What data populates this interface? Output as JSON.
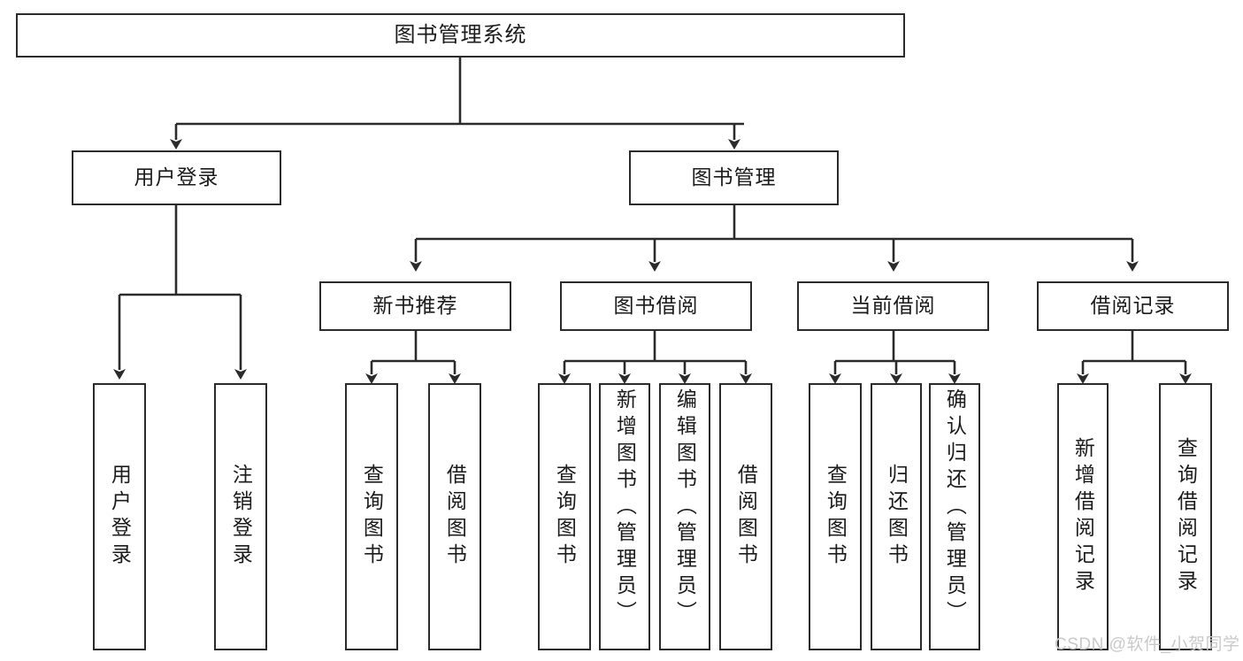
{
  "diagram": {
    "title": "图书管理系统",
    "type": "hierarchy-tree",
    "watermark": "CSDN @软件_小贺同学",
    "colors": {
      "box_border": "#2b2b2b",
      "box_fill": "#ffffff",
      "connector": "#2b2b2b",
      "text": "#1b1b1b",
      "watermark": "#c9c9c9"
    },
    "nodes": {
      "root": {
        "label": "图书管理系统"
      },
      "level2": [
        {
          "label": "用户登录"
        },
        {
          "label": "图书管理"
        }
      ],
      "level3": [
        {
          "label": "新书推荐"
        },
        {
          "label": "图书借阅"
        },
        {
          "label": "当前借阅"
        },
        {
          "label": "借阅记录"
        }
      ],
      "leaves": {
        "user_login": [
          {
            "label": "用户登录"
          },
          {
            "label": "注销登录"
          }
        ],
        "new_book_recommend": [
          {
            "label": "查询图书"
          },
          {
            "label": "借阅图书"
          }
        ],
        "book_borrow": [
          {
            "label": "查询图书"
          },
          {
            "label": "新增图书（管理员）"
          },
          {
            "label": "编辑图书（管理员）"
          },
          {
            "label": "借阅图书"
          }
        ],
        "current_borrow": [
          {
            "label": "查询图书"
          },
          {
            "label": "归还图书"
          },
          {
            "label": "确认归还（管理员）"
          }
        ],
        "borrow_records": [
          {
            "label": "新增借阅记录"
          },
          {
            "label": "查询借阅记录"
          }
        ]
      }
    }
  }
}
